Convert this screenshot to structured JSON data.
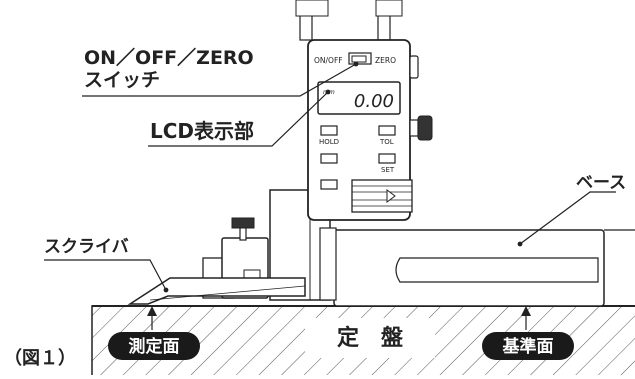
{
  "figure_number": "（図１）",
  "callouts": {
    "switch_line1": "ON／OFF／ZERO",
    "switch_line2": "スイッチ",
    "lcd": "LCD表示部",
    "base": "ベース",
    "scriber": "スクライバ"
  },
  "device": {
    "switch_left_label": "ON/OFF",
    "switch_right_label": "ZERO",
    "unit_label": "mm",
    "display_value": "0.00",
    "button_hold": "HOLD",
    "button_tol": "TOL",
    "button_set": "SET"
  },
  "surface_plate": {
    "label": "定　盤",
    "badge_left": "測定面",
    "badge_right": "基準面"
  }
}
